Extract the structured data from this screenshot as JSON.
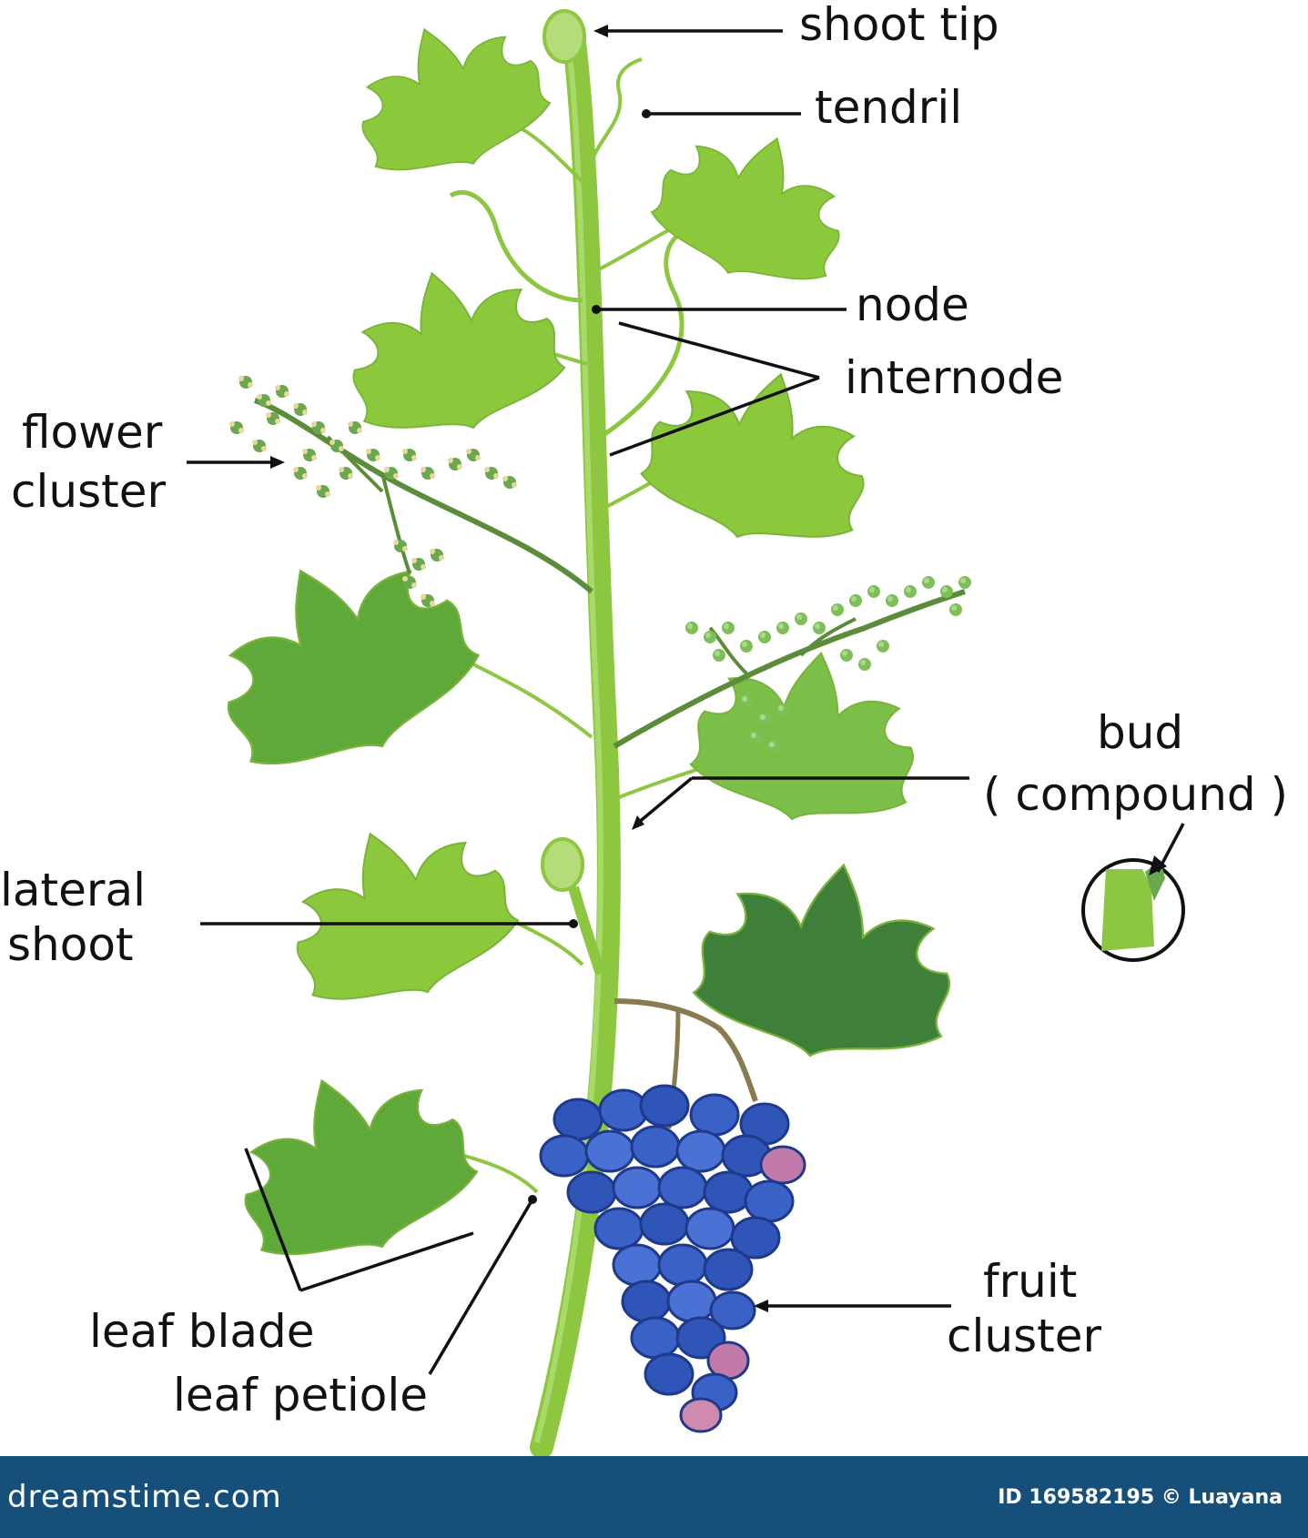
{
  "labels": {
    "shoot_tip": "shoot tip",
    "tendril": "tendril",
    "node": "node",
    "internode": "internode",
    "flower_cluster_1": "flower",
    "flower_cluster_2": "cluster",
    "bud_1": "bud",
    "bud_2": "( compound )",
    "lateral_shoot_1": "lateral",
    "lateral_shoot_2": "shoot",
    "fruit_cluster_1": "fruit",
    "fruit_cluster_2": "cluster",
    "leaf_blade": "leaf  blade",
    "leaf_petiole": "leaf  petiole"
  },
  "footer": {
    "brand": "dreamstime.com",
    "credit": "ID 169582195 © Luayana"
  },
  "colors": {
    "stem": "#8dc63f",
    "leaf_light": "#8cc83c",
    "leaf_mid": "#5fa83a",
    "leaf_dark": "#3e7f3a",
    "grape": "#2f55b8",
    "grape_dark": "#1f3a8a",
    "footer_bg": "#16507a"
  }
}
